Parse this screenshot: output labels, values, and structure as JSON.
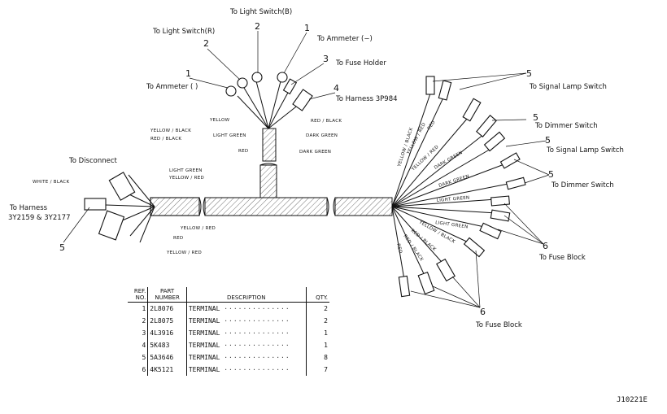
{
  "labels": {
    "light_switch_b": "To  Light Switch(B)",
    "light_switch_r": "To Light  Switch(R)",
    "ammeter_neg": "To  Ammeter (−)",
    "fuse_holder": "To  Fuse  Holder",
    "harness_3p": "To  Harness  3P984",
    "ammeter_left": "To  Ammeter (  )",
    "disconnect": "To  Disconnect",
    "harness_left_1": "To    Harness",
    "harness_left_2": "3Y2159 & 3Y2177",
    "signal_lamp_1": "To  Signal  Lamp  Switch",
    "dimmer_1": "To  Dimmer  Switch",
    "signal_lamp_2": "To  Signal  Lamp  Switch",
    "dimmer_2": "To  Dimmer  Switch",
    "fuse_block_1": "To  Fuse   Block",
    "fuse_block_2": "To  Fuse  Block"
  },
  "callouts": {
    "c1a": "1",
    "c2a": "2",
    "c2b": "2",
    "c1b": "1",
    "c3": "3",
    "c4": "4",
    "c5a": "5",
    "c5b": "5",
    "c5c": "5",
    "c5d": "5",
    "c5e": "5",
    "c6a": "6",
    "c6b": "6"
  },
  "wires": {
    "yellow": "YELLOW",
    "red_black_top": "RED / BLACK",
    "light_green_top": "LIGHT  GREEN",
    "dark_green_top": "DARK  GREEN",
    "red_top": "RED",
    "dark_green_top2": "DARK  GREEN",
    "yellow_black_left": "YELLOW / BLACK",
    "red_black_left": "RED / BLACK",
    "white_black": "WHITE / BLACK",
    "light_green_left": "LIGHT  GREEN",
    "yellow_red_left": "YELLOW / RED",
    "yellow_red_low": "YELLOW / RED",
    "red_low": "RED",
    "yellow_red_bottom": "YELLOW / RED",
    "r_yellow_black": "YELLOW / BLACK",
    "r_yellow_red": "YELLOW / RED",
    "r_red": "RED",
    "r_yellow_red2": "YELLOW / RED",
    "r_dark_green": "DARK  GREEN",
    "r_dark_green2": "DARK  GREEN",
    "r_light_green": "LIGHT  GREEN",
    "r_light_green2": "LIGHT  GREEN",
    "r_yellow_black2": "YELLOW / BLACK",
    "r_red_black": "RED / BLACK",
    "r_red_black2": "RED / BLACK",
    "r_red2": "RED"
  },
  "parts_table": {
    "headers": {
      "ref": "REF. NO.",
      "part": "PART NUMBER",
      "desc": "DESCRIPTION",
      "qty": "QTY."
    },
    "rows": [
      {
        "ref": "1",
        "part": "2L8076",
        "desc": "TERMINAL",
        "qty": "2"
      },
      {
        "ref": "2",
        "part": "2L8075",
        "desc": "TERMINAL",
        "qty": "2"
      },
      {
        "ref": "3",
        "part": "4L3916",
        "desc": "TERMINAL",
        "qty": "1"
      },
      {
        "ref": "4",
        "part": "5K483",
        "desc": "TERMINAL",
        "qty": "1"
      },
      {
        "ref": "5",
        "part": "5A3646",
        "desc": "TERMINAL",
        "qty": "8"
      },
      {
        "ref": "6",
        "part": "4K5121",
        "desc": "TERMINAL",
        "qty": "7"
      }
    ]
  },
  "figure_ref": "J10221E"
}
